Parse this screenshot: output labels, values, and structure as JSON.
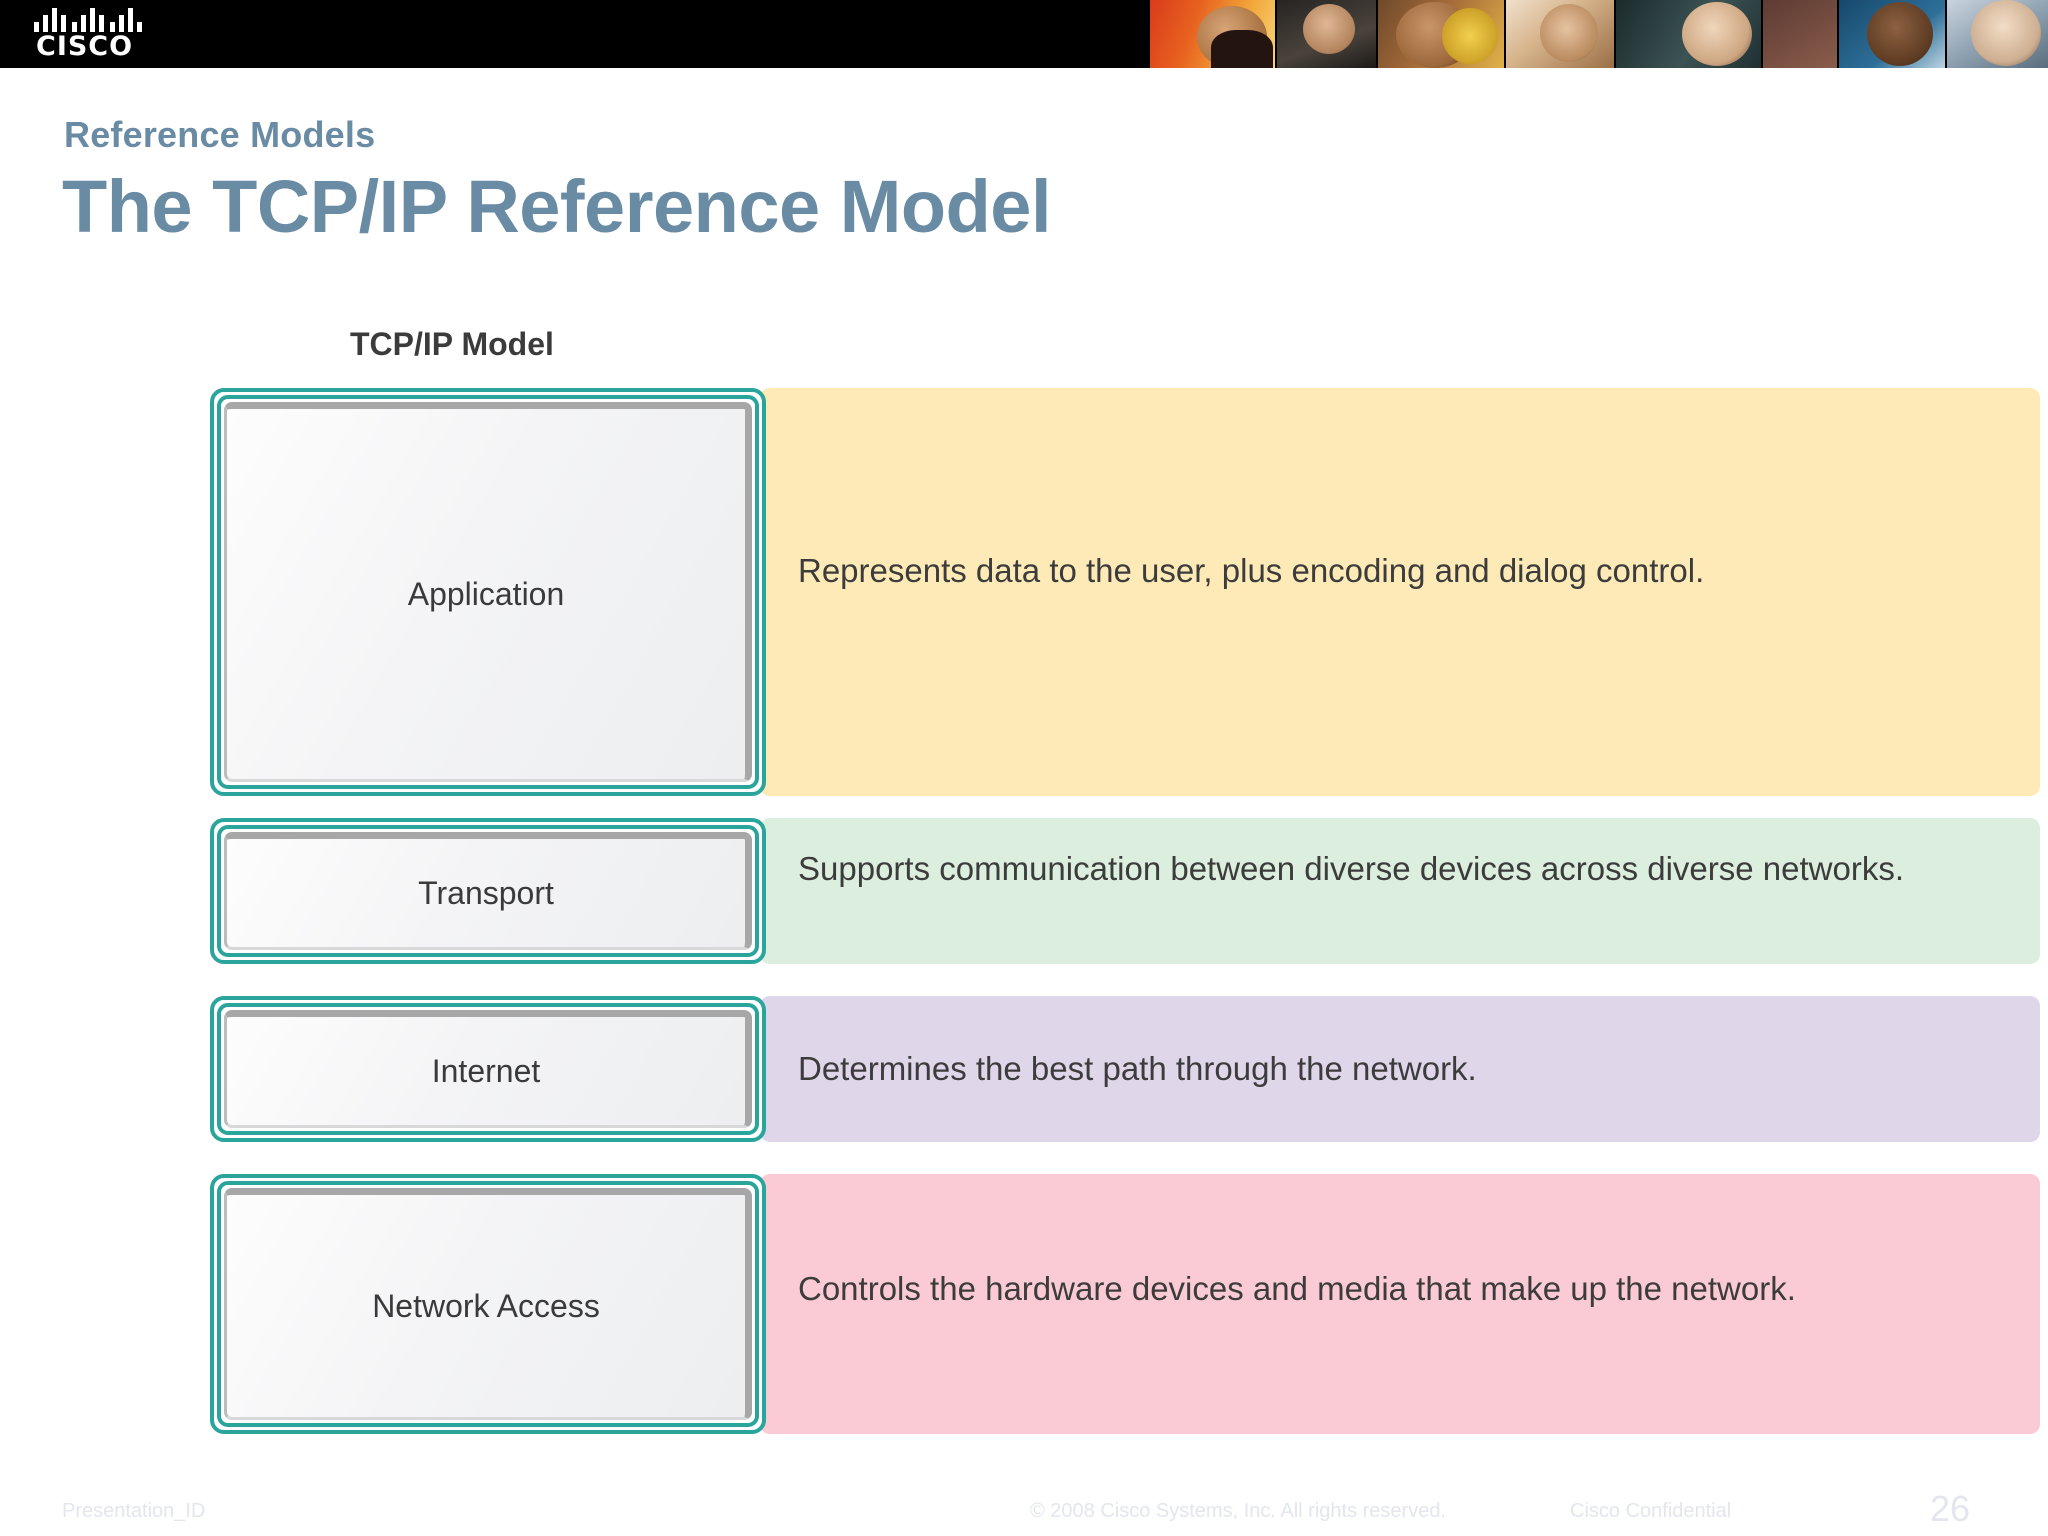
{
  "banner": {
    "logo_icon": "cisco-logo-icon",
    "wordmark": "CISCO",
    "photo_strip_alt": "people-photo-collage"
  },
  "header": {
    "kicker": "Reference Models",
    "title": "The TCP/IP Reference Model"
  },
  "diagram": {
    "model_heading": "TCP/IP Model",
    "layers": [
      {
        "name": "Application",
        "description": "Represents data to the user, plus encoding and dialog control.",
        "panel_color": "#fdeab6"
      },
      {
        "name": "Transport",
        "description": "Supports communication between diverse devices across diverse networks.",
        "panel_color": "#dceedd"
      },
      {
        "name": "Internet",
        "description": "Determines the best path through the network.",
        "panel_color": "#e0d6ea"
      },
      {
        "name": "Network Access",
        "description": "Controls the hardware devices and media that make up the network.",
        "panel_color": "#fbcbd5"
      }
    ],
    "box_border_color": "#2aa59c"
  },
  "footer": {
    "presentation_id": "Presentation_ID",
    "copyright": "© 2008 Cisco Systems, Inc. All rights reserved.",
    "confidential": "Cisco Confidential",
    "page_number": "26"
  },
  "theme": {
    "title_color": "#6a8ba4",
    "banner_bg": "#000000",
    "footer_color": "#e3e6ed"
  }
}
